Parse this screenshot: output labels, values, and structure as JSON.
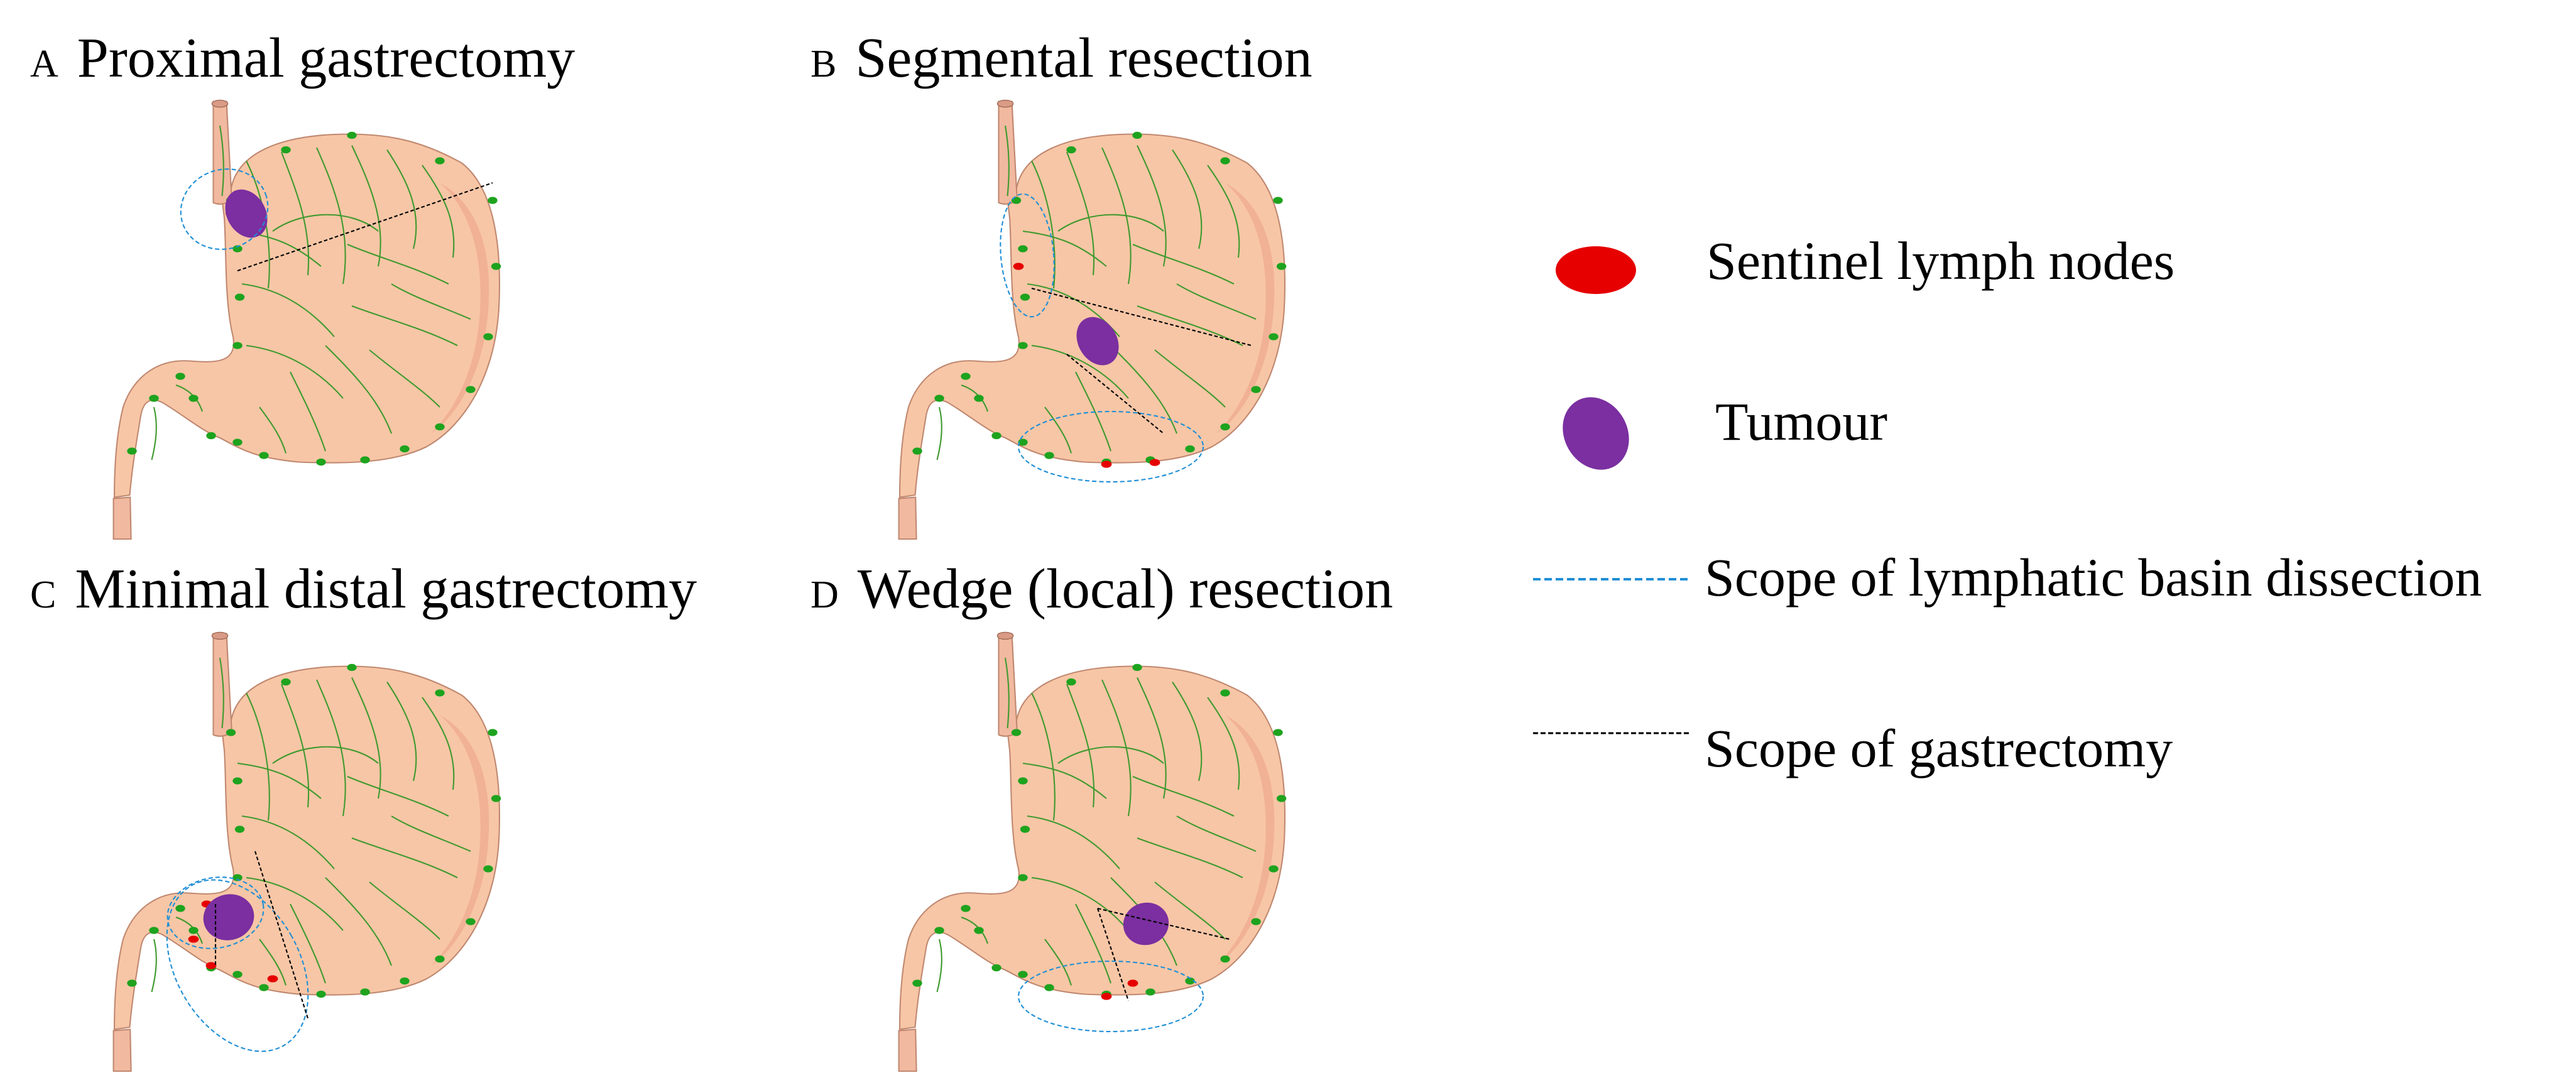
{
  "panels": [
    {
      "letter": "A",
      "title": "Proximal gastrectomy"
    },
    {
      "letter": "B",
      "title": "Segmental resection"
    },
    {
      "letter": "C",
      "title": "Minimal distal gastrectomy"
    },
    {
      "letter": "D",
      "title": "Wedge (local) resection"
    }
  ],
  "legend": {
    "sentinel": "Sentinel lymph nodes",
    "tumour": "Tumour",
    "basin": "Scope of lymphatic basin dissection",
    "gastrectomy": "Scope of gastrectomy"
  },
  "colors": {
    "stomach_fill": "#f7c6a6",
    "stomach_shade": "#eda38a",
    "esophagus_fill": "#f1b9a0",
    "vessel": "#3f9a2e",
    "normal_node": "#1ea31e",
    "sentinel_node": "#e60000",
    "tumour": "#7b2fa0",
    "basin_line": "#1f8fd6",
    "gastrectomy_line": "#000000"
  }
}
